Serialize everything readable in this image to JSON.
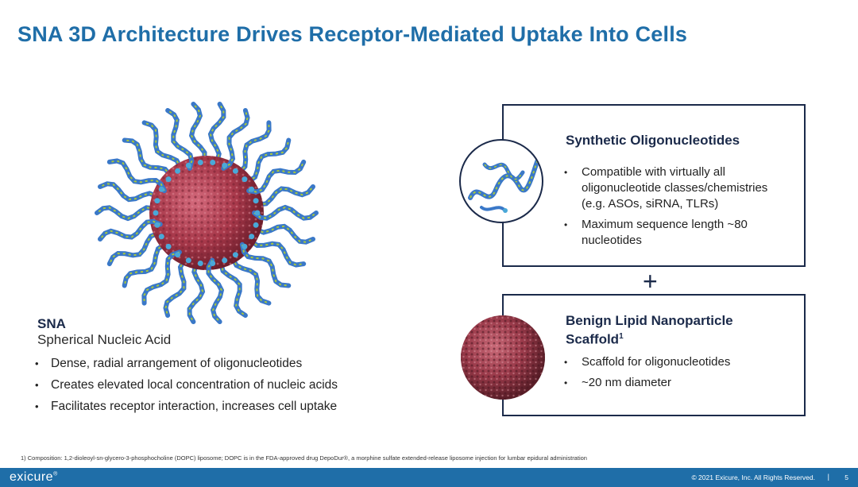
{
  "title": "SNA 3D Architecture Drives Receptor-Mediated Uptake Into Cells",
  "sna": {
    "heading": "SNA",
    "subheading": "Spherical Nucleic Acid",
    "bullets": [
      "Dense, radial arrangement of oligonucleotides",
      "Creates elevated local concentration of nucleic acids",
      "Facilitates receptor interaction, increases cell uptake"
    ]
  },
  "box1": {
    "title": "Synthetic Oligonucleotides",
    "icon": "dna-strand-icon",
    "bullets": [
      "Compatible with virtually all oligonucleotide classes/chemistries (e.g. ASOs, siRNA, TLRs)",
      "Maximum sequence length ~80 nucleotides"
    ]
  },
  "plus": "+",
  "box2": {
    "title": "Benign Lipid Nanoparticle Scaffold",
    "title_sup": "1",
    "icon": "lipid-nanoparticle-icon",
    "bullets": [
      "Scaffold for oligonucleotides",
      "~20 nm diameter"
    ]
  },
  "bullet_glyph": "•",
  "footnote": "1) Composition: 1,2-dioleoyl-sn-glycero-3-phosphocholine (DOPC) liposome; DOPC is in the FDA-approved drug DepoDur®, a morphine sulfate extended-release liposome injection for lumbar epidural administration",
  "footer": {
    "logo": "exicure",
    "logo_mark": "®",
    "copyright": "© 2021 Exicure, Inc.  All Rights Reserved.",
    "separator": "|",
    "page_number": "5"
  },
  "colors": {
    "title_blue": "#1f6ea8",
    "navy": "#1b2a4a",
    "core_red": "#a8384a",
    "strand_blue": "#3a78c8",
    "strand_green": "#a8c83a"
  }
}
